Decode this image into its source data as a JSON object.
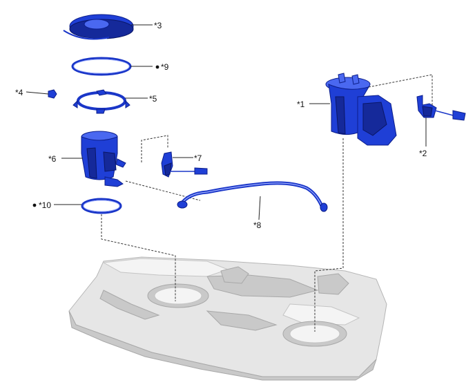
{
  "callouts": [
    {
      "id": "c1",
      "text": "*1",
      "bullet": false
    },
    {
      "id": "c2",
      "text": "*2",
      "bullet": false
    },
    {
      "id": "c3",
      "text": "*3",
      "bullet": false
    },
    {
      "id": "c4",
      "text": "*4",
      "bullet": false
    },
    {
      "id": "c5",
      "text": "*5",
      "bullet": false
    },
    {
      "id": "c6",
      "text": "*6",
      "bullet": false
    },
    {
      "id": "c7",
      "text": "*7",
      "bullet": false
    },
    {
      "id": "c8",
      "text": "*8",
      "bullet": false
    },
    {
      "id": "c9",
      "text": "*9",
      "bullet": true
    },
    {
      "id": "c10",
      "text": "*10",
      "bullet": true
    }
  ],
  "colors": {
    "part": "#1f3fd6",
    "floor": "#e6e6e6",
    "leader": "#222222"
  }
}
